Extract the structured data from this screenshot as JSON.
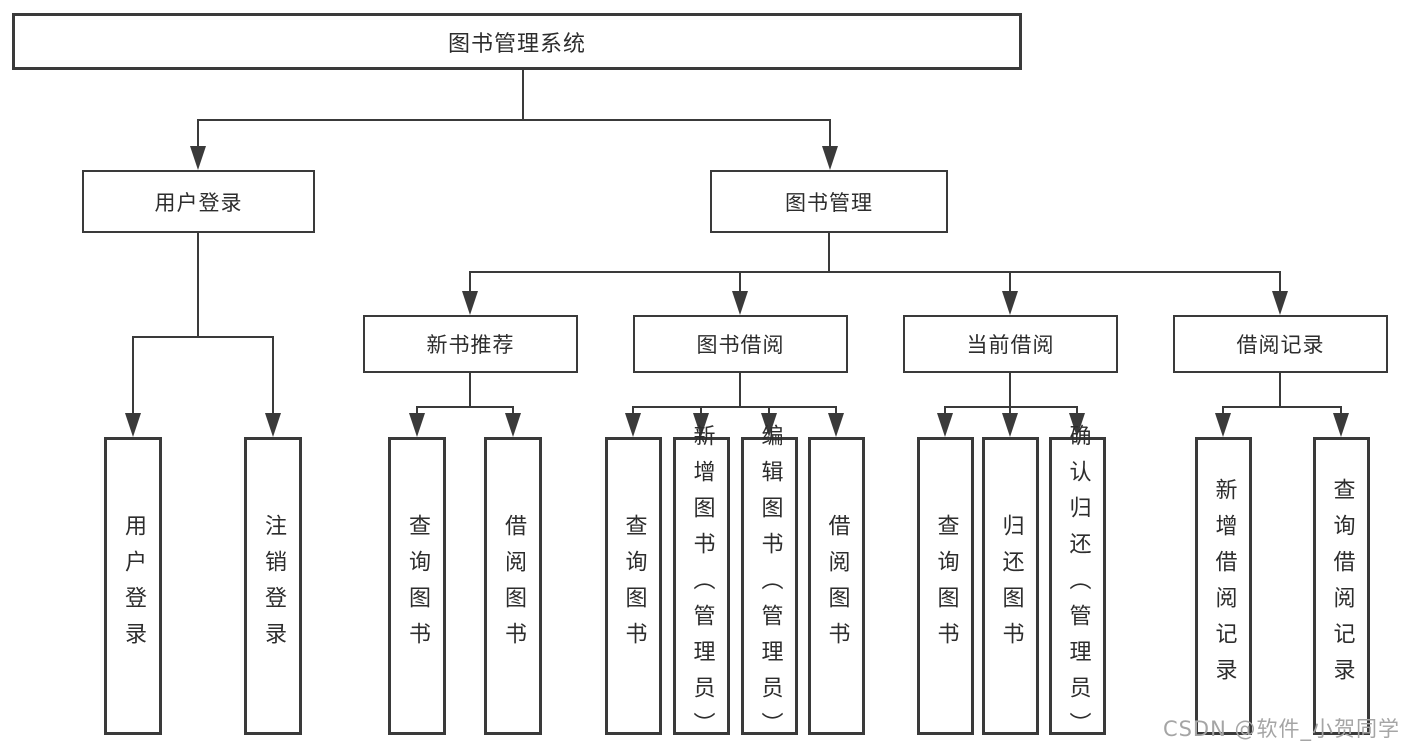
{
  "diagram": {
    "root": {
      "label": "图书管理系统"
    },
    "user_login": {
      "label": "用户登录",
      "children": [
        {
          "label": "用户登录"
        },
        {
          "label": "注销登录"
        }
      ]
    },
    "book_management": {
      "label": "图书管理",
      "children": {
        "new_book_recommendation": {
          "label": "新书推荐",
          "children": [
            {
              "label": "查询图书"
            },
            {
              "label": "借阅图书"
            }
          ]
        },
        "book_borrowing": {
          "label": "图书借阅",
          "children": [
            {
              "label": "查询图书"
            },
            {
              "label": "新增图书（管理员）"
            },
            {
              "label": "编辑图书（管理员）"
            },
            {
              "label": "借阅图书"
            }
          ]
        },
        "current_borrowing": {
          "label": "当前借阅",
          "children": [
            {
              "label": "查询图书"
            },
            {
              "label": "归还图书"
            },
            {
              "label": "确认归还（管理员）"
            }
          ]
        },
        "borrowing_records": {
          "label": "借阅记录",
          "children": [
            {
              "label": "新增借阅记录"
            },
            {
              "label": "查询借阅记录"
            }
          ]
        }
      }
    }
  },
  "watermark": {
    "text": "CSDN @软件_小贺同学"
  },
  "colors": {
    "line": "#3a3a3a",
    "text": "#2d2d2d",
    "watermark": "#a5a5a5",
    "background": "#ffffff"
  }
}
